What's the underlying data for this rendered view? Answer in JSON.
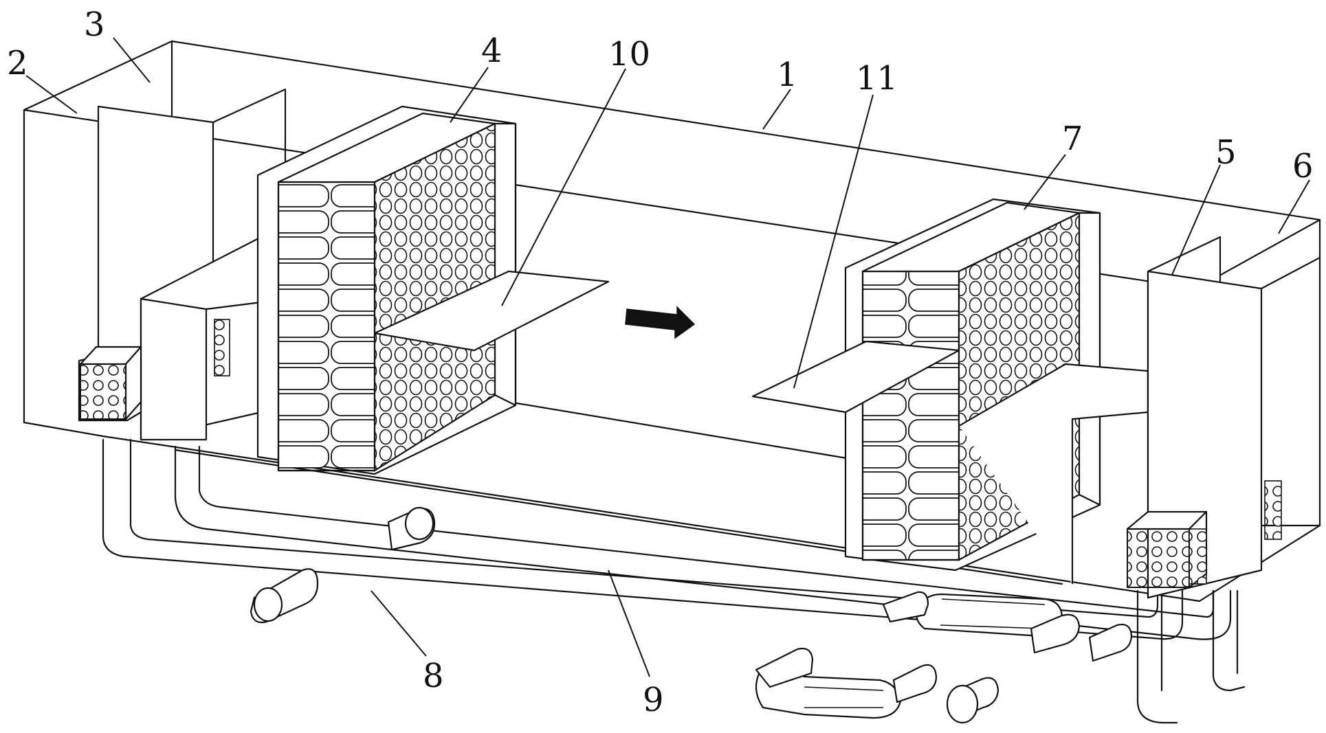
{
  "labels": {
    "l1": "1",
    "l2": "2",
    "l3": "3",
    "l4": "4",
    "l5": "5",
    "l6": "6",
    "l7": "7",
    "l8": "8",
    "l9": "9",
    "l10": "10",
    "l11": "11"
  },
  "icons": {
    "flow_arrow": "arrow-right-icon"
  }
}
